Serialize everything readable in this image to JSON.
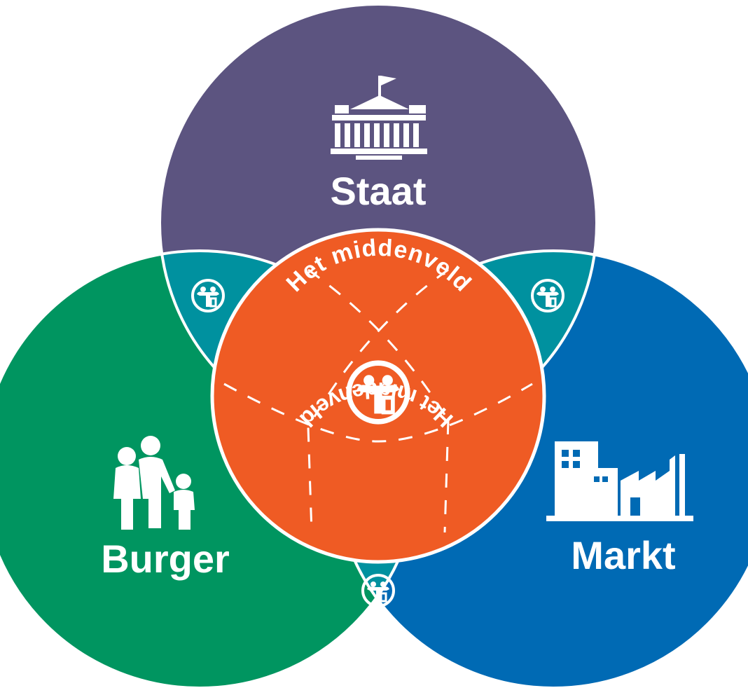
{
  "circles": {
    "staat": {
      "label": "Staat",
      "color": "#5c5480",
      "icon": "government-building-icon"
    },
    "burger": {
      "label": "Burger",
      "color": "#009560",
      "icon": "family-icon"
    },
    "markt": {
      "label": "Markt",
      "color": "#006ab4",
      "icon": "factory-icon"
    }
  },
  "overlap_color": "#00919f",
  "center": {
    "label_top": "Het middenveld",
    "label_bottom": "Het middenveld",
    "color": "#ef5b24",
    "icon": "middenveld-logo-icon"
  }
}
